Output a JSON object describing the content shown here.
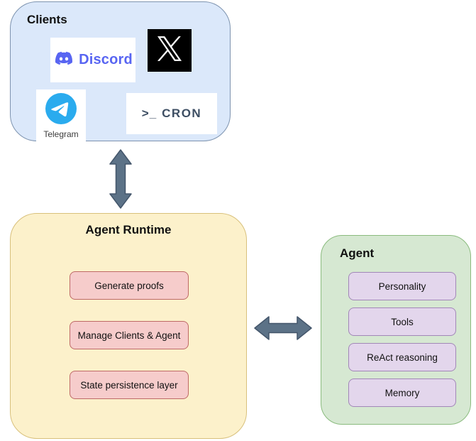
{
  "clients": {
    "title": "Clients",
    "discord": {
      "label": "Discord"
    },
    "telegram": {
      "label": "Telegram"
    },
    "cron": {
      "prompt": ">_",
      "label": "CRON"
    }
  },
  "runtime": {
    "title": "Agent Runtime",
    "items": [
      "Generate proofs",
      "Manage Clients & Agent",
      "State persistence layer"
    ]
  },
  "agent": {
    "title": "Agent",
    "items": [
      "Personality",
      "Tools",
      "ReAct reasoning",
      "Memory"
    ]
  },
  "icons": {
    "discord": "discord-icon",
    "x": "x-logo-icon",
    "telegram": "telegram-icon",
    "cron_prompt": "terminal-prompt-glyph",
    "vertical_arrow": "double-arrow-vertical-icon",
    "horizontal_arrow": "double-arrow-horizontal-icon"
  },
  "colors": {
    "clients_fill": "#dbe8fa",
    "clients_border": "#7d93af",
    "runtime_fill": "#fcf1cb",
    "runtime_border": "#d8c07b",
    "agent_fill": "#d6e8d2",
    "agent_border": "#8abb7e",
    "runtime_item_fill": "#f6cccb",
    "runtime_item_border": "#be6a66",
    "agent_item_fill": "#e3d6ec",
    "agent_item_border": "#a287b8",
    "arrow_fill": "#5c7287",
    "discord_blurple": "#5865f2",
    "telegram_blue": "#2aabee",
    "x_background": "#000000",
    "cron_text": "#3d4e63"
  }
}
